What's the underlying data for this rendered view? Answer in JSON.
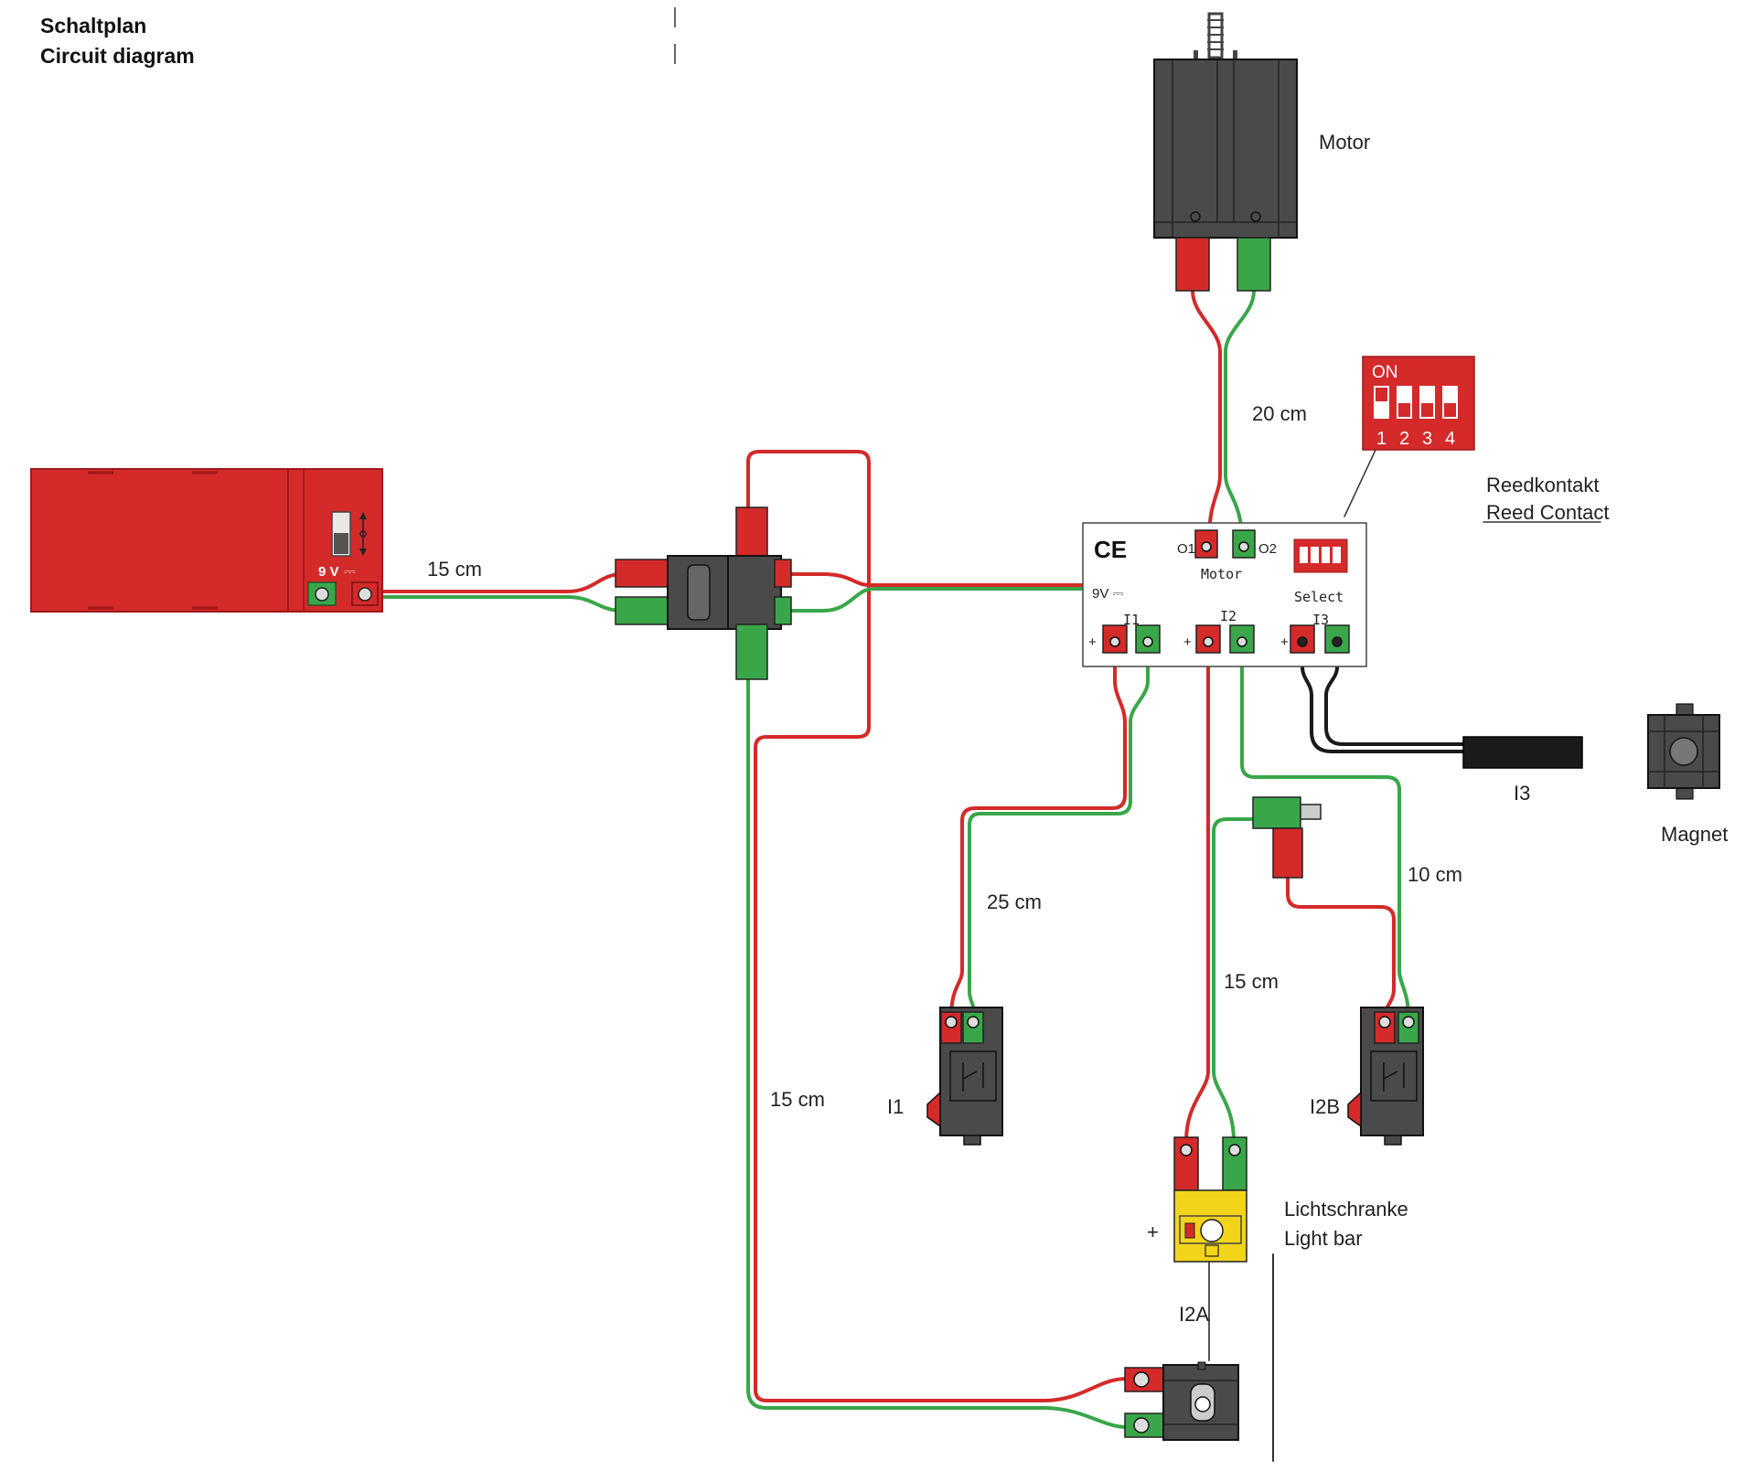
{
  "header": {
    "title_de": "Schaltplan",
    "title_en": "Circuit diagram"
  },
  "battery": {
    "voltage_label": "9 V",
    "dc_symbol": "⎓"
  },
  "cables": {
    "battery_to_distributor": "15 cm",
    "motor_to_controller": "20 cm",
    "controller_to_i1": "25 cm",
    "controller_to_i2b": "10 cm",
    "controller_to_lightbar": "15 cm",
    "distributor_to_lamp": "15 cm"
  },
  "motor": {
    "label": "Motor"
  },
  "controller": {
    "ce_mark": "CE",
    "output_o1": "O1",
    "output_o2": "O2",
    "motor_label": "Motor",
    "select_label": "Select",
    "power_label": "9V ⎓",
    "input_i1": "I1",
    "input_i2": "I2",
    "input_i3": "I3",
    "plus": "+"
  },
  "dip_switch": {
    "on_label": "ON",
    "numbers": [
      "1",
      "2",
      "3",
      "4"
    ]
  },
  "reed_contact": {
    "label_de": "Reedkontakt",
    "label_en": "Reed Contact",
    "input_label": "I3"
  },
  "magnet": {
    "label": "Magnet"
  },
  "switches": {
    "i1_label": "I1",
    "i2b_label": "I2B"
  },
  "light_barrier": {
    "label_de": "Lichtschranke",
    "label_en": "Light bar",
    "plus": "+",
    "input_label": "I2A"
  },
  "colors": {
    "red": "#d42a2a",
    "green": "#3aa64a",
    "dark_gray": "#4a4a4a",
    "yellow": "#f2d41a",
    "black": "#1a1a1a"
  }
}
